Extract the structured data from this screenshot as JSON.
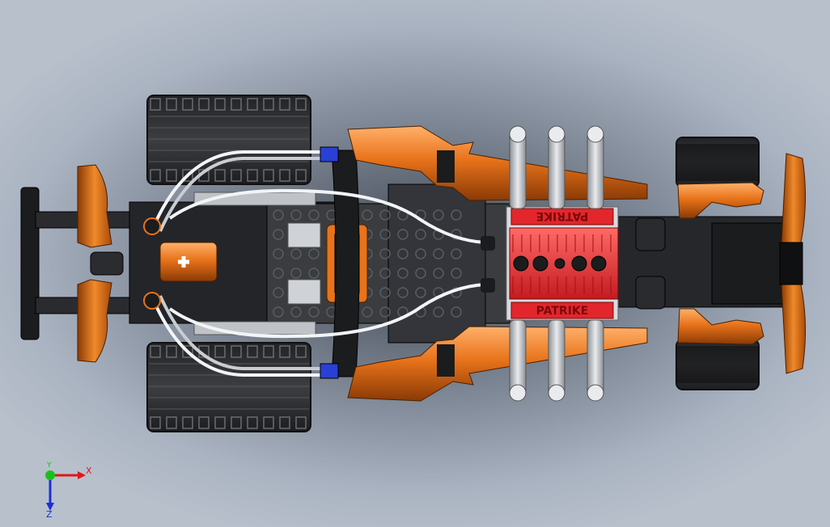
{
  "viewport": {
    "background_center": "#3f4650",
    "background_edge": "#b8c0cc"
  },
  "model": {
    "engine_label_top": "PATRIKE",
    "engine_label_bottom": "PATRIKE",
    "colors": {
      "orange": "#e8731a",
      "orange_light": "#ffb06a",
      "black_part": "#1b1c1e",
      "dark_gray": "#3a3c40",
      "tire": "#2a2b2e",
      "tire_tread": "#55575b",
      "engine_red": "#e2262c",
      "engine_red_light": "#ff5a58",
      "hose": "#f2f4f6",
      "axle_blue": "#2a3fd6"
    }
  },
  "triad": {
    "x_label": "X",
    "y_label": "Y",
    "z_label": "Z",
    "x_color": "#e01818",
    "y_color": "#19c119",
    "z_color": "#1a2fd8"
  }
}
